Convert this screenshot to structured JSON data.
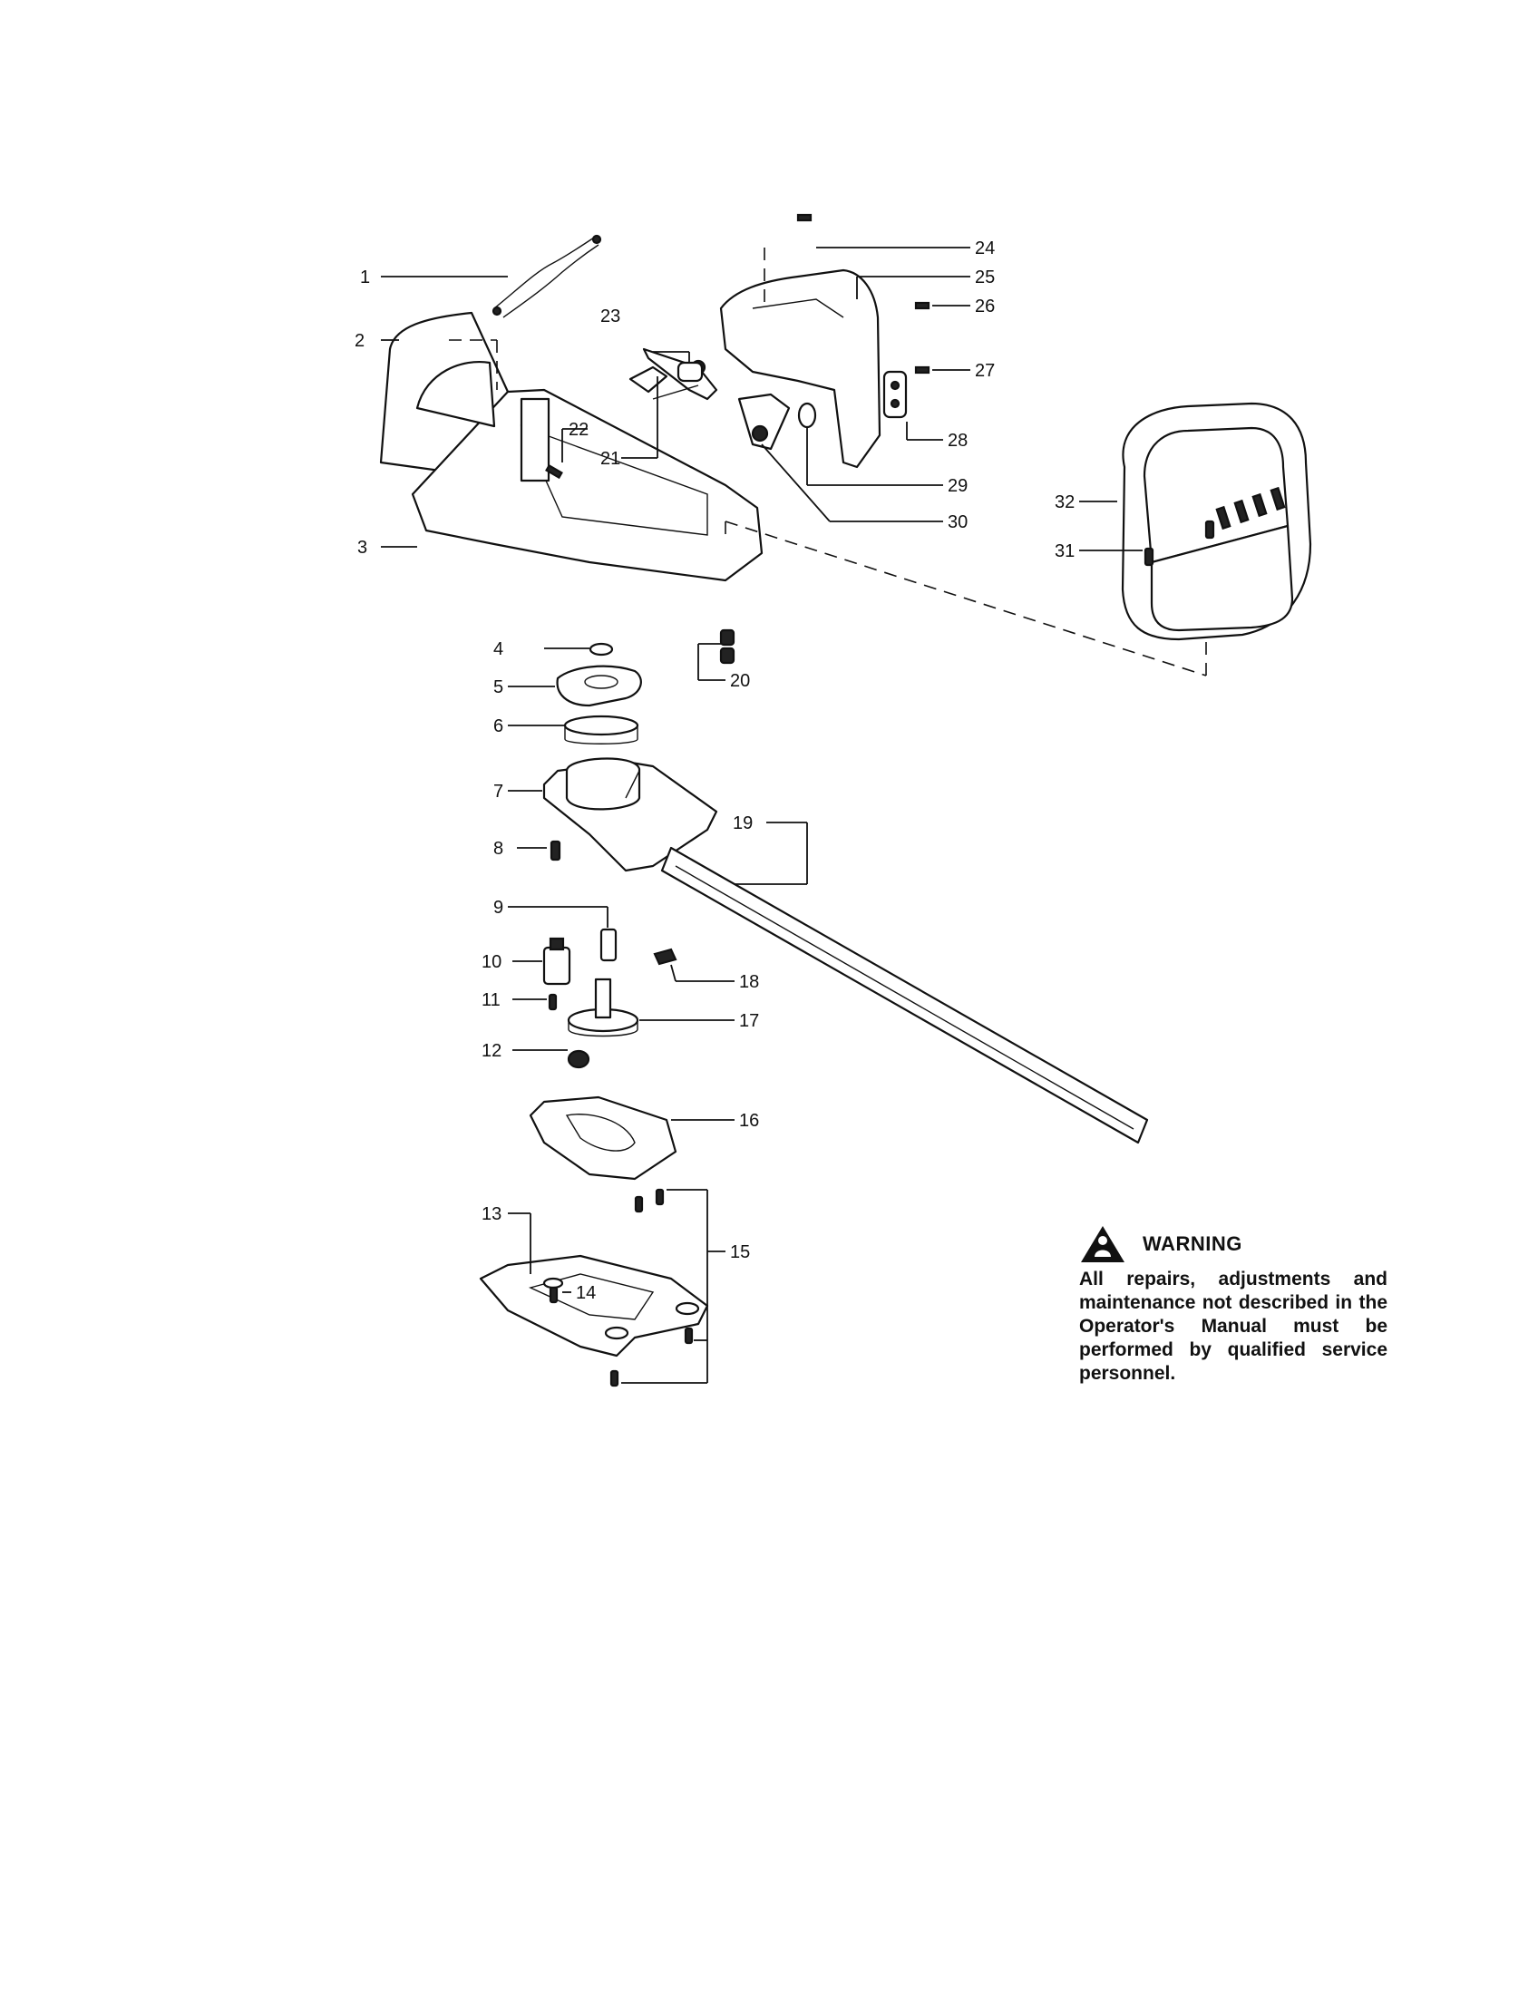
{
  "callouts": [
    "1",
    "2",
    "3",
    "4",
    "5",
    "6",
    "7",
    "8",
    "9",
    "10",
    "11",
    "12",
    "13",
    "14",
    "15",
    "16",
    "17",
    "18",
    "19",
    "20",
    "21",
    "22",
    "23",
    "24",
    "25",
    "26",
    "27",
    "28",
    "29",
    "30",
    "31",
    "32"
  ],
  "warning": {
    "title": "WARNING",
    "body": "All repairs, adjustments and maintenance not described in the Operator's Manual must be performed by qualified service personnel."
  }
}
